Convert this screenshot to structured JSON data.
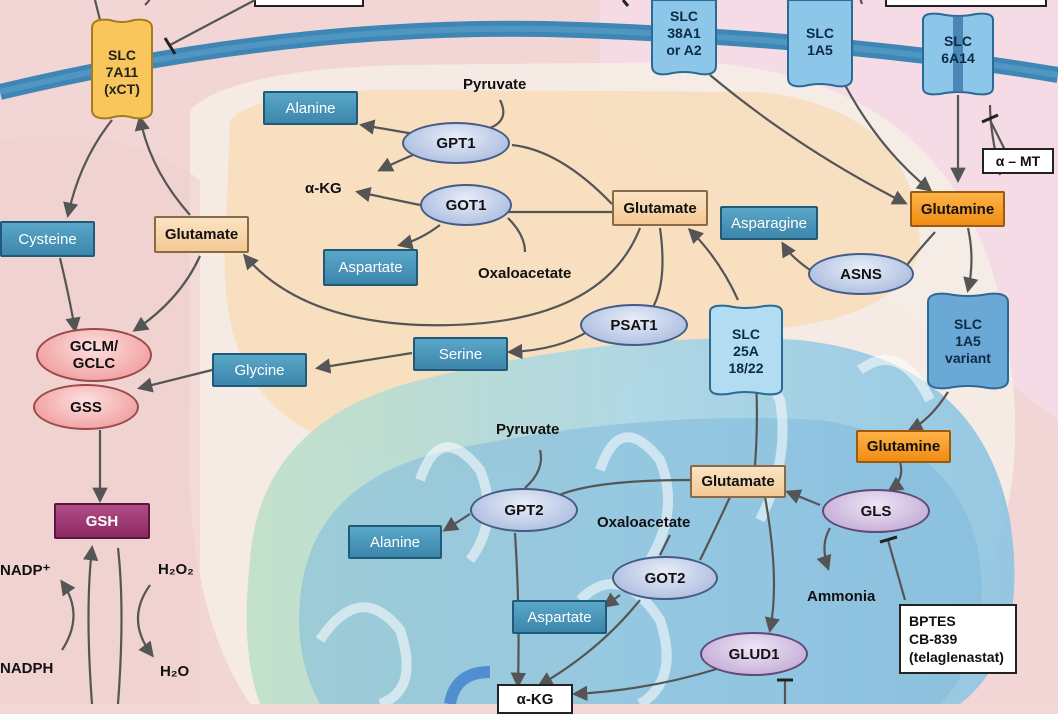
{
  "transporters": {
    "slc7a11": [
      "SLC",
      "7A11",
      "(xCT)"
    ],
    "slc38": [
      "SLC",
      "38A1",
      "or A2"
    ],
    "slc1a5": [
      "SLC",
      "1A5"
    ],
    "slc6a14": [
      "SLC",
      "6A14"
    ],
    "slc1a5v": [
      "SLC",
      "1A5",
      "variant"
    ],
    "slc25a": [
      "SLC",
      "25A",
      "18/22"
    ]
  },
  "metabolites": {
    "alanine": "Alanine",
    "pyruvate": "Pyruvate",
    "akg": "α-KG",
    "glutamate_cyto": "Glutamate",
    "asparagine": "Asparagine",
    "glutamine_top": "Glutamine",
    "cysteine": "Cysteine",
    "glutamate_left": "Glutamate",
    "aspartate": "Aspartate",
    "oxaloacetate": "Oxaloacetate",
    "serine": "Serine",
    "glycine": "Glycine",
    "glutamine_mito": "Glutamine",
    "pyruvate_mito": "Pyruvate",
    "glutamate_mito": "Glutamate",
    "alanine_mito": "Alanine",
    "oxaloacetate_mito": "Oxaloacetate",
    "aspartate_mito": "Aspartate",
    "ammonia": "Ammonia",
    "akg_mito": "α-KG",
    "gsh": "GSH",
    "nadp": "NADP⁺",
    "nadph": "NADPH",
    "h2o2": "H₂O₂",
    "h2o": "H₂O"
  },
  "enzymes": {
    "gpt1": "GPT1",
    "got1": "GOT1",
    "asns": "ASNS",
    "psat1": "PSAT1",
    "gclm": [
      "GCLM/",
      "GCLC"
    ],
    "gss": "GSS",
    "gpt2": "GPT2",
    "got2": "GOT2",
    "gls": "GLS",
    "glud1": "GLUD1"
  },
  "inhibitors": {
    "amt": "α – MT",
    "bptes": [
      "BPTES",
      "CB-839",
      "(telaglenastat)"
    ]
  },
  "colors": {
    "membrane": "#3e86b4",
    "cell_bg": "#f3d7d6",
    "cytoplasm": "#f8e3c8",
    "mito": "#9fd2e4",
    "arrow": "#555555"
  }
}
